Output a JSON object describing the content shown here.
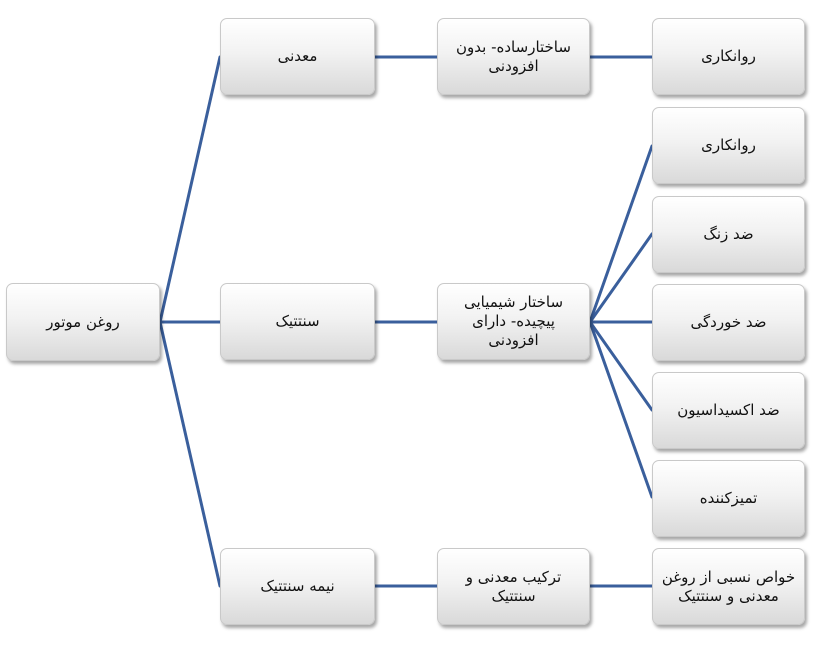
{
  "root": {
    "label": "روغن موتور"
  },
  "types": {
    "mineral": "معدنی",
    "synthetic": "سنتتیک",
    "semi_synthetic": "نیمه سنتتیک"
  },
  "structures": {
    "mineral": "ساختارساده- بدون افزودنی",
    "synthetic": "ساختار شیمیایی پیچیده- دارای افزودنی",
    "semi_synthetic": "ترکیب معدنی و سنتتیک"
  },
  "properties": {
    "mineral": [
      "روانکاری"
    ],
    "synthetic": [
      "روانکاری",
      "ضد زنگ",
      "ضد خوردگی",
      "ضد اکسیداسیون",
      "تمیزکننده"
    ],
    "semi_synthetic": [
      "خواص نسبی از روغن معدنی و سنتتیک"
    ]
  },
  "line_color": "#3a5f9c"
}
